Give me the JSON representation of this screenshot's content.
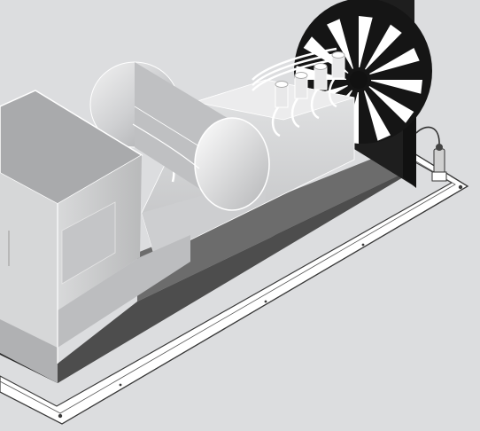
{
  "colors": {
    "background": "#d9dadb",
    "floor": "#dcdddf",
    "frame": "#ffffff",
    "frame_stroke": "#3a3a3a",
    "base_dark": "#1c1c1c",
    "base_mid": "#6c6c6c",
    "engine_light": "#d2d3d4",
    "engine_mid": "#b8b9bb",
    "enclosure_top": "#a9aaac",
    "enclosure_side": "#c7c8ca",
    "radiator_shell": "#1e1e1e",
    "fan_blade": "#ffffff",
    "sensor_body": "#d0d0d0",
    "cable": "#333333"
  },
  "components": [
    {
      "name": "skid-base-frame",
      "icon": "base-rail-icon"
    },
    {
      "name": "diesel-engine",
      "icon": "engine-block-icon"
    },
    {
      "name": "alternator",
      "icon": "generator-drum-icon"
    },
    {
      "name": "control-enclosure",
      "icon": "cabinet-icon"
    },
    {
      "name": "radiator-fan",
      "icon": "fan-icon"
    },
    {
      "name": "exhaust-manifold",
      "icon": "manifold-icon"
    },
    {
      "name": "level-sensor",
      "icon": "sensor-probe-icon"
    }
  ]
}
